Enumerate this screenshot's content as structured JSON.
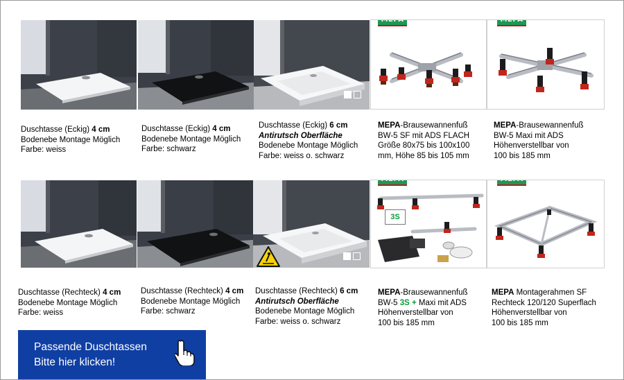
{
  "row1": [
    {
      "l1a": "Duschtasse (Eckig) ",
      "l1b": "4 cm",
      "l2": "Bodenebe Montage Möglich",
      "l3": "Farbe: weiss"
    },
    {
      "l1a": "Duschtasse (Eckig) ",
      "l1b": "4 cm",
      "l2": "Bodenebe Montage Möglich",
      "l3": "Farbe: schwarz"
    },
    {
      "l1a": "Duschtasse (Eckig) ",
      "l1b": "6 cm",
      "l2i": "Antirutsch Oberfläche",
      "l3": "Bodenebe Montage Möglich",
      "l4": "Farbe: weiss o. schwarz"
    },
    {
      "b": "MEPA",
      "a": "-Brausewannenfuß",
      "l2": "BW-5 SF mit ADS FLACH",
      "l3": "Größe 80x75 bis 100x100",
      "l4": "mm, Höhe 85 bis 105 mm"
    },
    {
      "b": "MEPA",
      "a": "-Brausewannenfuß",
      "l2": "BW-5 Maxi mit ADS",
      "l3": "Höhenverstellbar von",
      "l4": "100 bis 185 mm"
    }
  ],
  "row2": [
    {
      "l1a": "Duschtasse (Rechteck) ",
      "l1b": "4 cm",
      "l2": "Bodenebe Montage Möglich",
      "l3": "Farbe: weiss"
    },
    {
      "l1a": "Duschtasse (Rechteck) ",
      "l1b": "4 cm",
      "l2": "Bodenebe Montage Möglich",
      "l3": "Farbe: schwarz"
    },
    {
      "l1a": "Duschtasse (Rechteck) ",
      "l1b": "6 cm",
      "l2i": "Antirutsch Oberfläche",
      "l3": "Bodenebe Montage Möglich",
      "l4": "Farbe: weiss o. schwarz"
    },
    {
      "b": "MEPA",
      "a": "-Brausewannenfuß",
      "l2a": "BW-5 ",
      "l2g": "3S +",
      "l2b": " Maxi mit ADS",
      "l3": "Höhenverstellbar von",
      "l4": "100 bis 185 mm"
    },
    {
      "b": "MEPA",
      "a": " Montagerahmen SF",
      "l2": "Rechteck 120/120 Superflach",
      "l3": "Höhenverstellbar von",
      "l4": "100 bis 185 mm"
    }
  ],
  "logo": "MEPA",
  "badge_3s": "3S",
  "cta": {
    "line1": "Passende Duschtassen",
    "line2": "Bitte hier klicken!"
  },
  "colors": {
    "cta_bg": "#103fa3",
    "mepa_green": "#1a9a52",
    "accent_green": "#0a9a3a"
  }
}
